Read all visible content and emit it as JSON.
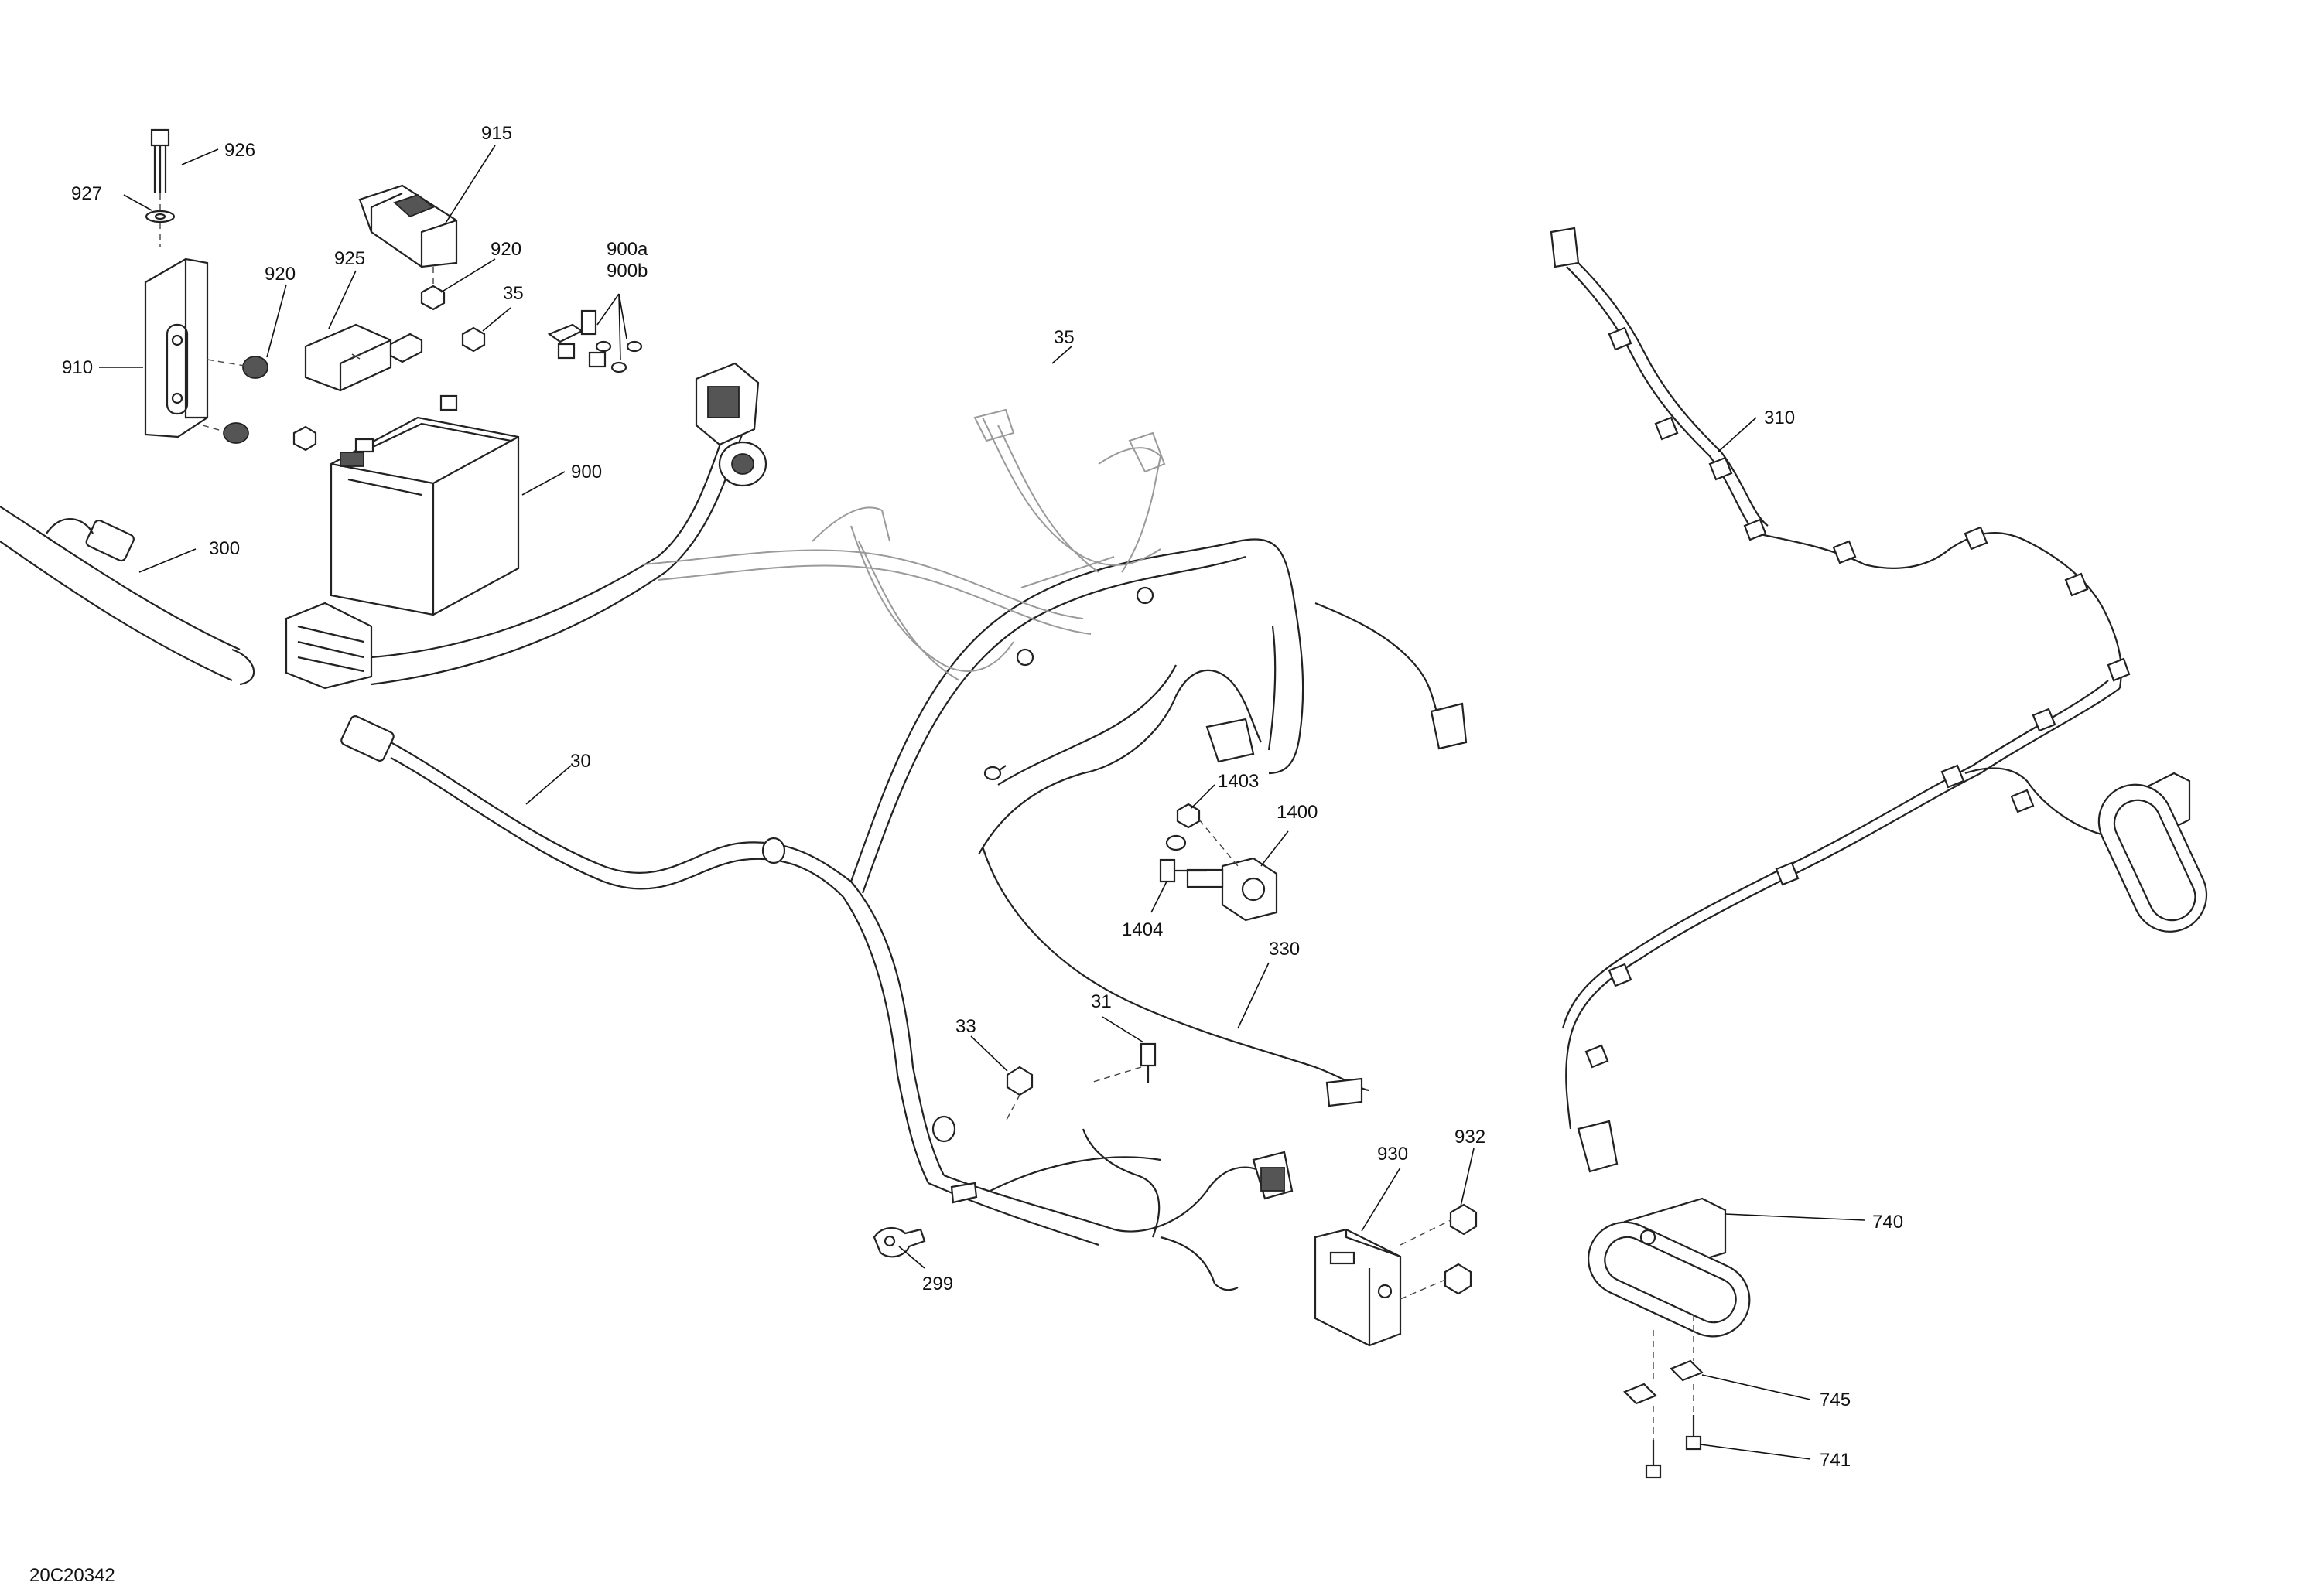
{
  "figure_id": "20C20342",
  "callouts": {
    "c926": "926",
    "c927": "927",
    "c915": "915",
    "c920a": "920",
    "c920b": "920",
    "c925": "925",
    "c900a": "900a",
    "c900b": "900b",
    "c35a": "35",
    "c35b": "35",
    "c910": "910",
    "c900": "900",
    "c300": "300",
    "c30": "30",
    "c310": "310",
    "c1403": "1403",
    "c1400": "1400",
    "c1404": "1404",
    "c330": "330",
    "c31": "31",
    "c33": "33",
    "c299": "299",
    "c930": "930",
    "c932": "932",
    "c740": "740",
    "c745": "745",
    "c741": "741"
  }
}
